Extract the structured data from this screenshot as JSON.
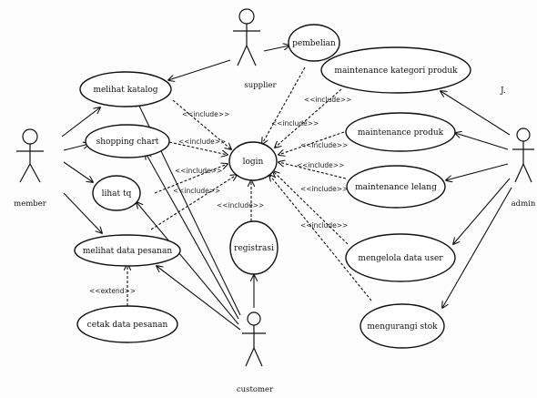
{
  "actors": {
    "member": "member",
    "supplier": "supplier",
    "admin": "admin",
    "customer": "customer"
  },
  "use_cases": {
    "melihat_katalog": "melihat katalog",
    "shopping_chart": "shopping chart",
    "lihat_tq": "lihat tq",
    "melihat_data_pesanan": "melihat data pesanan",
    "cetak_data_pesanan": "cetak data pesanan",
    "login": "login",
    "registrasi": "registrasi",
    "pembelian": "pembelian",
    "maintenance_kategori_produk": "maintenance kategori produk",
    "maintenance_produk": "maintenance produk",
    "maintenance_lelang": "maintenance lelang",
    "mengelola_data_user": "mengelola data user",
    "mengurangi_stok": "mengurangi stok"
  },
  "stereotypes": {
    "include": "<<include>>",
    "extend": "<<extend>>"
  },
  "stray_mark": "J."
}
